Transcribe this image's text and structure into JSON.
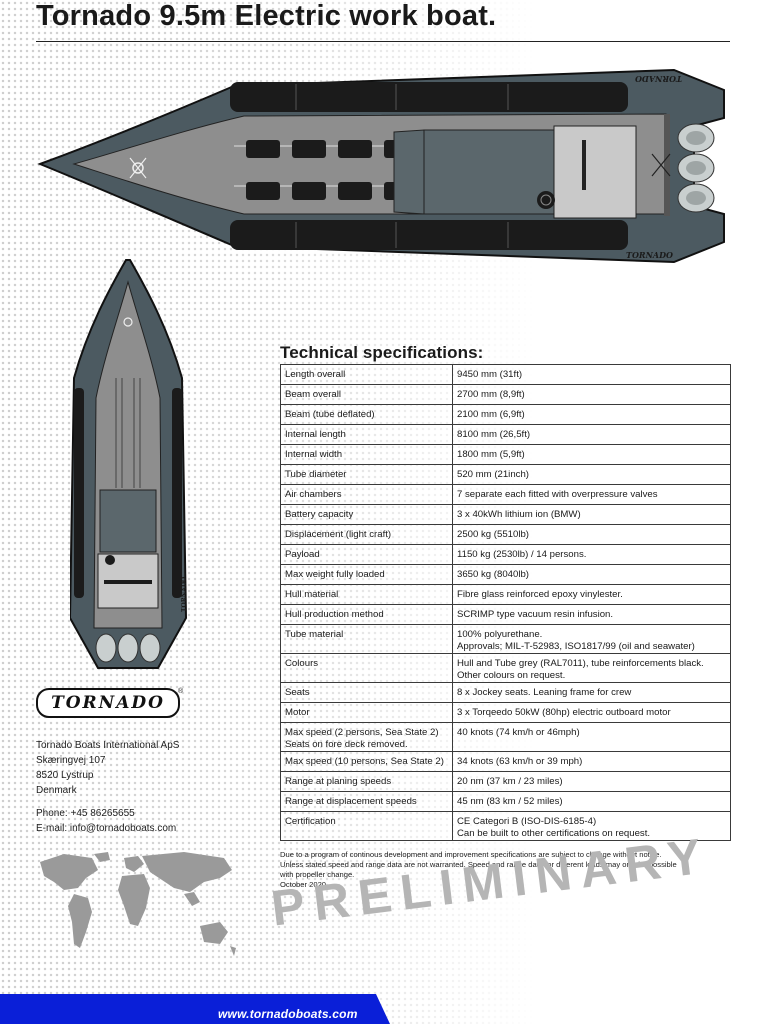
{
  "title": "Tornado 9.5m Electric work boat.",
  "top_view": {
    "tube_lettering_upper": "TORNADO",
    "tube_lettering_lower": "TORNADO"
  },
  "side_view": {
    "tube_lettering": "TORNADO"
  },
  "logo": {
    "wordmark": "TORNADO",
    "registered": "®"
  },
  "company": {
    "name": "Tornado Boats International ApS",
    "street": "Skæringvej 107",
    "city": "8520 Lystrup",
    "country": "Denmark",
    "phone": "Phone: +45 86265655",
    "email": "E-mail: info@tornadoboats.com"
  },
  "specs": {
    "heading": "Technical specifications:",
    "rows": [
      {
        "label": "Length overall",
        "value": "9450 mm  (31ft)"
      },
      {
        "label": "Beam overall",
        "value": "2700 mm  (8,9ft)"
      },
      {
        "label": "Beam (tube deflated)",
        "value": "2100 mm  (6,9ft)"
      },
      {
        "label": "Internal length",
        "value": "8100 mm  (26,5ft)"
      },
      {
        "label": "Internal width",
        "value": "1800 mm  (5,9ft)"
      },
      {
        "label": "Tube diameter",
        "value": "520 mm  (21inch)"
      },
      {
        "label": "Air chambers",
        "value": "7 separate each fitted with overpressure valves"
      },
      {
        "label": "Battery capacity",
        "value": "3 x 40kWh lithium ion (BMW)"
      },
      {
        "label": "Displacement (light craft)",
        "value": "2500 kg (5510lb)"
      },
      {
        "label": "Payload",
        "value": "1150 kg (2530lb) / 14 persons."
      },
      {
        "label": "Max weight fully loaded",
        "value": "3650 kg (8040lb)"
      },
      {
        "label": "Hull material",
        "value": "Fibre glass reinforced epoxy vinylester."
      },
      {
        "label": "Hull production method",
        "value": "SCRIMP type vacuum resin infusion."
      },
      {
        "label": "Tube material",
        "value": "100% polyurethane.",
        "value2": "Approvals; MIL-T-52983, ISO1817/99 (oil and seawater)"
      },
      {
        "label": "Colours",
        "value": "Hull and Tube grey (RAL7011), tube reinforcements black.",
        "value2": "Other colours on request."
      },
      {
        "label": "Seats",
        "value": "8 x Jockey seats. Leaning frame for crew"
      },
      {
        "label": "Motor",
        "value": "3 x Torqeedo 50kW (80hp) electric outboard motor"
      },
      {
        "label": "Max speed (2 persons, Sea State 2)",
        "label2": "Seats on fore deck removed.",
        "value": "40 knots (74 km/h or 46mph)"
      },
      {
        "label": "Max speed (10 persons, Sea State 2)",
        "value": "34 knots (63 km/h or 39 mph)"
      },
      {
        "label": "Range at planing speeds",
        "value": "20 nm (37 km / 23 miles)"
      },
      {
        "label": "Range at displacement speeds",
        "value": "45 nm (83 km / 52 miles)"
      },
      {
        "label": "Certification",
        "value": "CE Categori B  (ISO-DIS-6185-4)",
        "value2": "Can be built to other certifications on request."
      }
    ]
  },
  "notes": {
    "line1": "Due to a program of continous development and improvement specifications are subject to change without notice.",
    "line2": "Unless stated speed and range data are not warranted. Speed and range data for different loads may only be possible",
    "line3": "with propeller change.",
    "line4": "October 2020."
  },
  "watermark": "PRELIMINARY",
  "footer": {
    "url": "www.tornadoboats.com",
    "bar_color": "#0a1fd8"
  },
  "colors": {
    "hull_grey": "#4c5a61",
    "deck_grey": "#8e8e8e",
    "reinforcement_black": "#1b1b1b"
  }
}
